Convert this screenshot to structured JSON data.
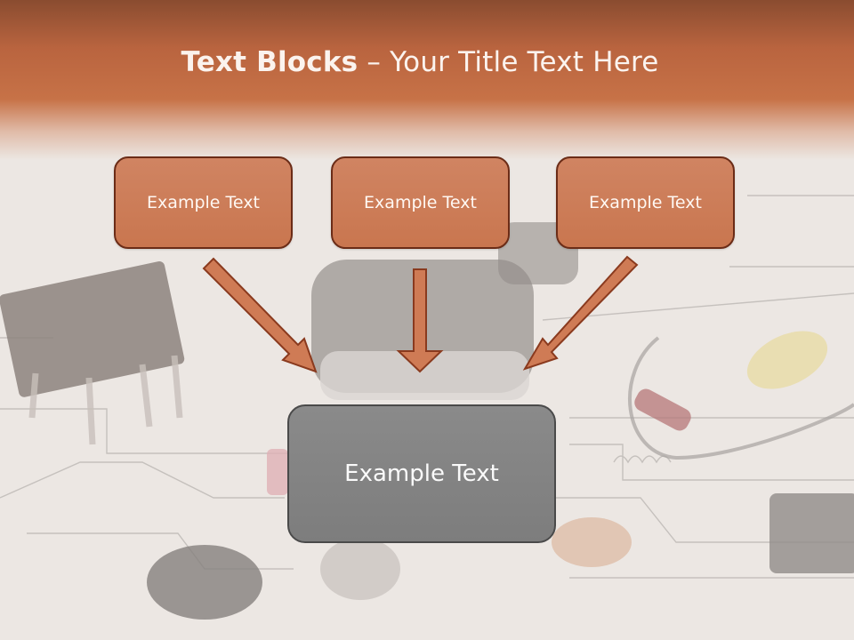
{
  "title": {
    "bold": "Text Blocks",
    "separator": " – ",
    "rest": "Your Title Text Here"
  },
  "blocks": [
    {
      "label": "Example Text"
    },
    {
      "label": "Example Text"
    },
    {
      "label": "Example Text"
    }
  ],
  "target": {
    "label": "Example Text"
  },
  "colors": {
    "header": "#c77247",
    "box_fill": "#cc7b55",
    "box_border": "#6b2c17",
    "arrow": "#cf7b55",
    "target_fill": "#848484"
  },
  "background_image": "electronic-components-on-circuit-schematic"
}
